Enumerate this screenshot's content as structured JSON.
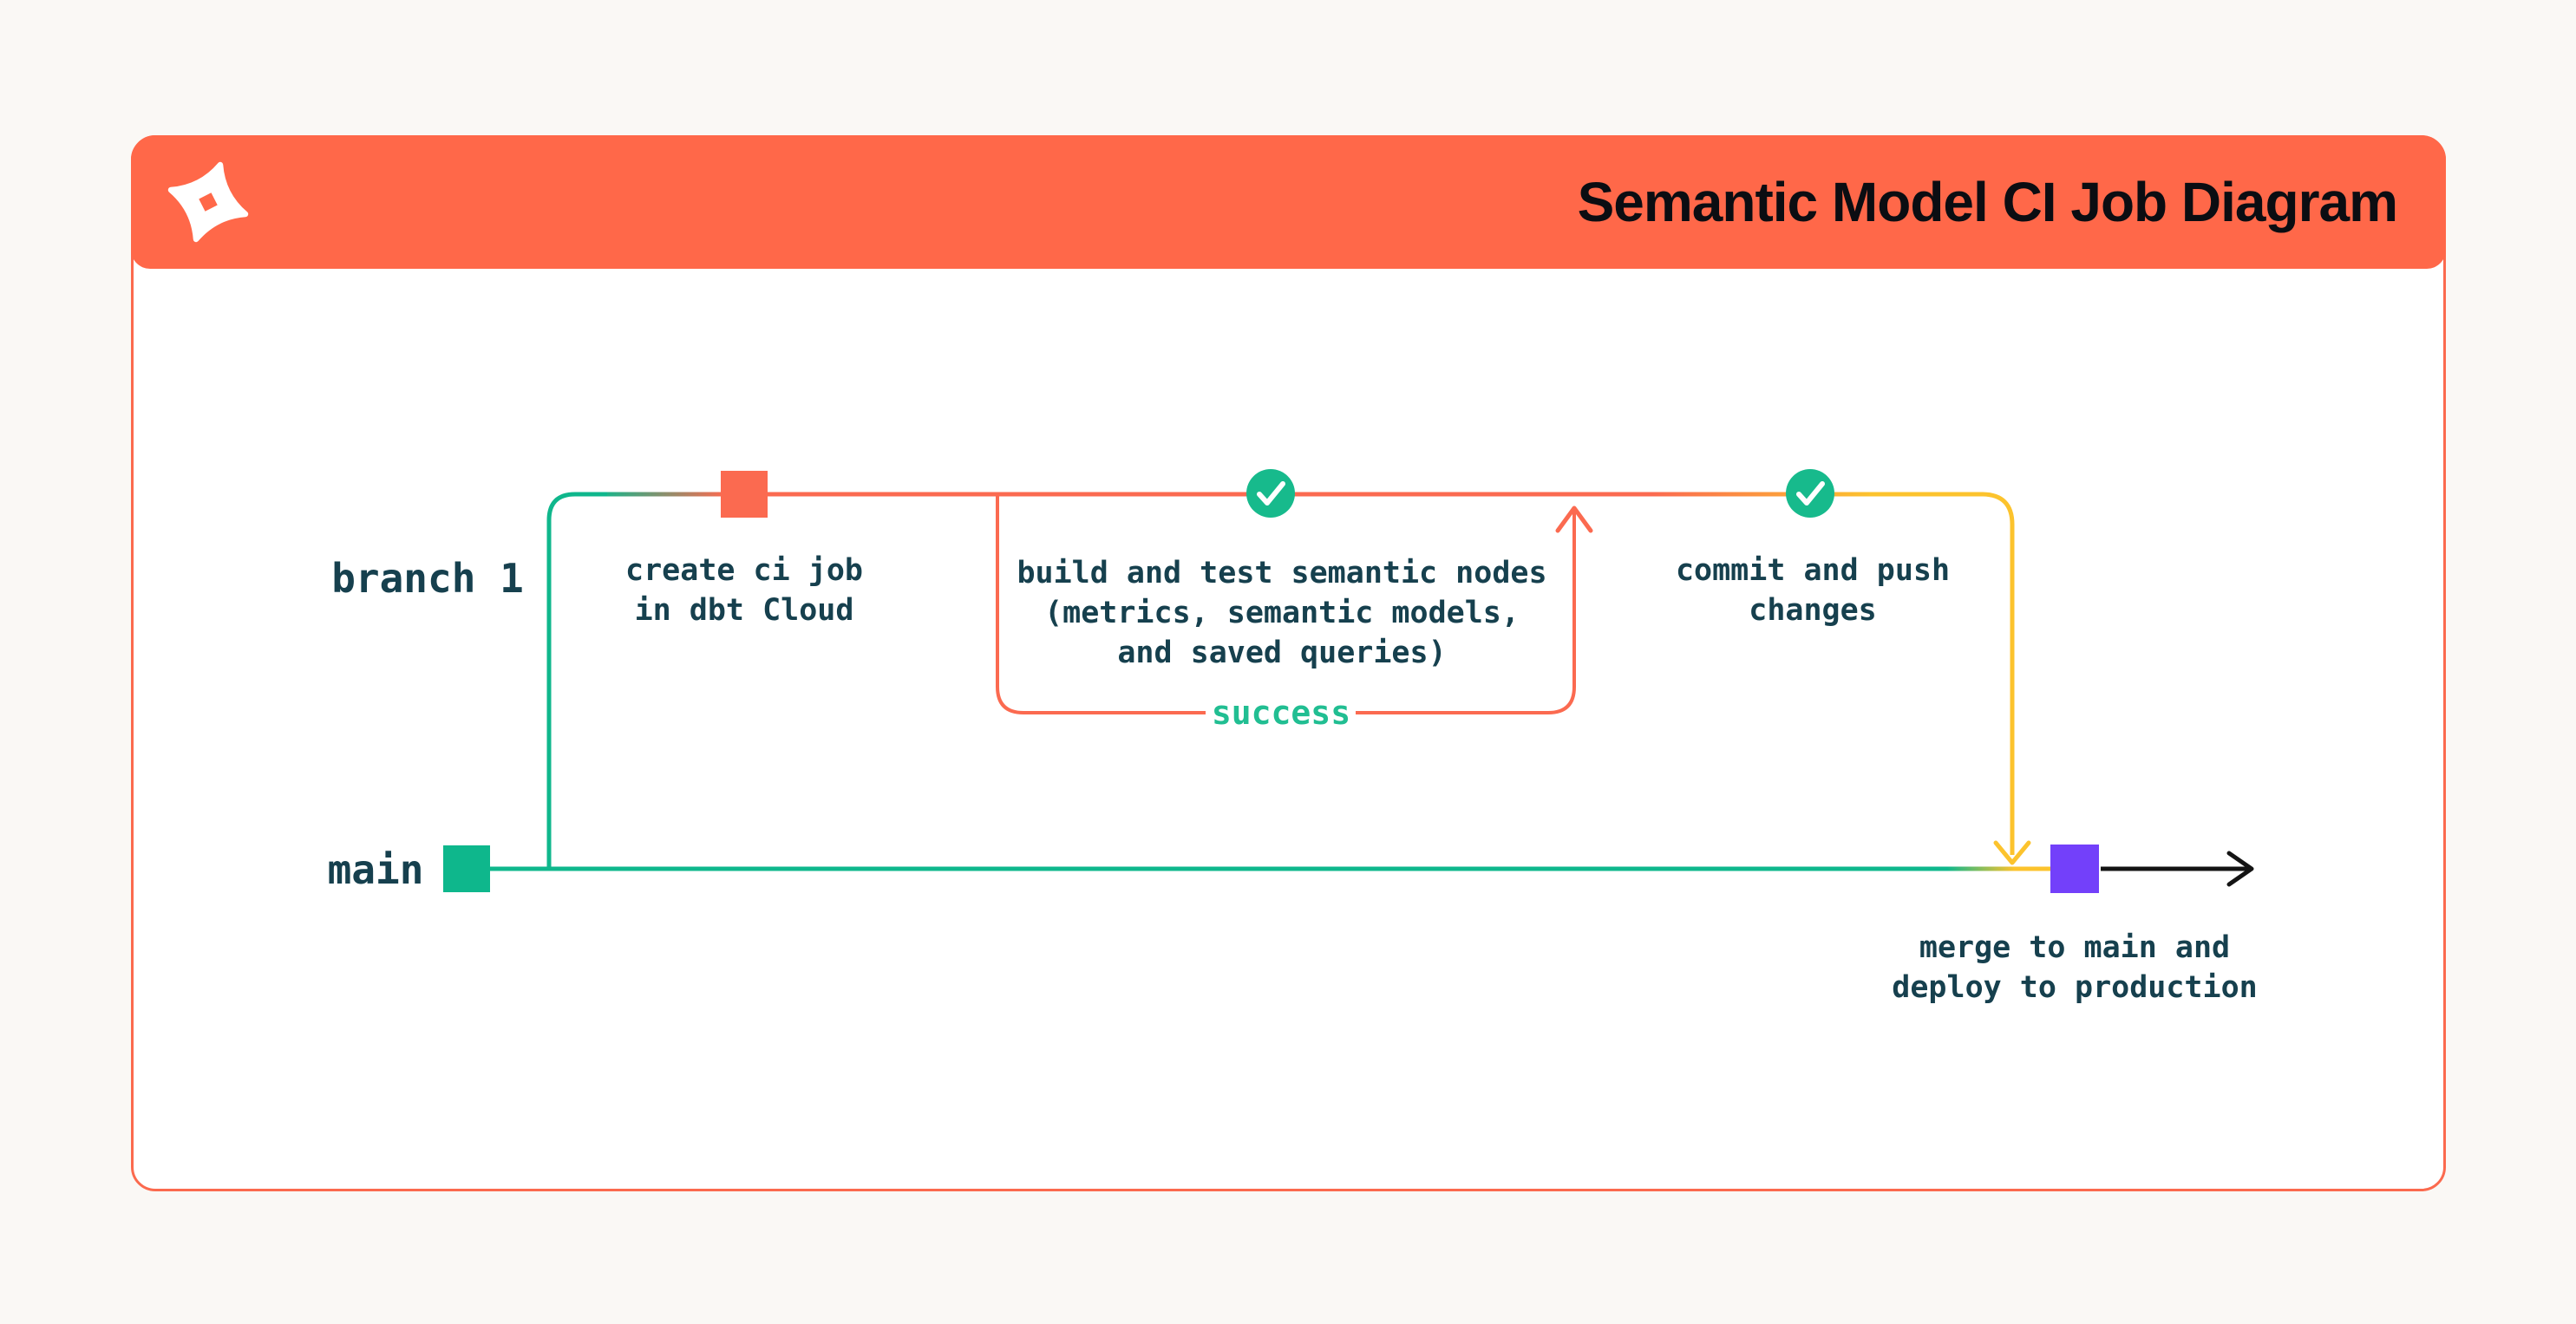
{
  "header": {
    "title": "Semantic Model CI Job Diagram",
    "logo": "dbt-logo"
  },
  "colors": {
    "header_bg": "#FF6849",
    "card_border": "#FB6A4E",
    "page_bg": "#FAF8F5",
    "green": "#0EB78C",
    "check_green": "#17BA8C",
    "success_text_green": "#21BE92",
    "orange": "#FB6A50",
    "yellow": "#FCC32D",
    "purple": "#7340FA",
    "label_text": "#16404E",
    "title_text": "#0B0D12",
    "arrow_black": "#141414"
  },
  "diagram": {
    "branch_labels": {
      "branch1": "branch 1",
      "main": "main"
    },
    "nodes": {
      "create_ci_job": "create ci job\nin dbt Cloud",
      "build_and_test": "build and test semantic nodes\n(metrics, semantic models,\nand saved queries)",
      "commit_and_push": "commit and push\nchanges",
      "merge_deploy": "merge to main and\ndeploy to production"
    },
    "loop_label": "success",
    "markers": {
      "branch_start": "orange-square-commit",
      "main_start": "green-square-commit",
      "merge_commit": "purple-square-commit",
      "checks": "green-check-circle"
    }
  }
}
